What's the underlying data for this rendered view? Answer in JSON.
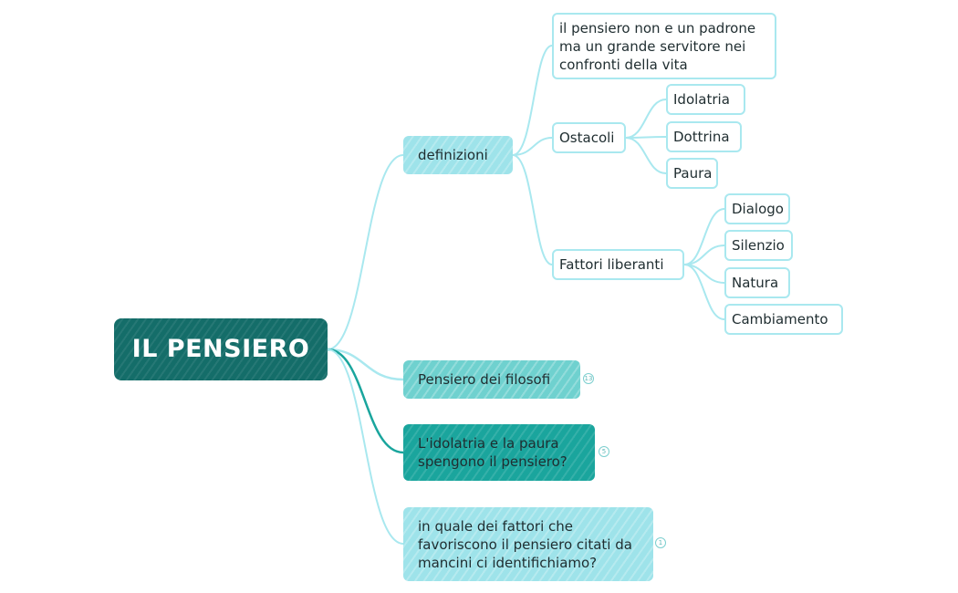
{
  "mindmap": {
    "root": "IL PENSIERO",
    "branches": [
      {
        "label": "definizioni"
      },
      {
        "label": "Pensiero dei filosofi",
        "count": "13"
      },
      {
        "label": "L'idolatria e la paura spengono il pensiero?",
        "count": "5"
      },
      {
        "label": "in quale dei fattori che favoriscono il pensiero citati da mancini ci identifichiamo?",
        "count": "1"
      }
    ],
    "definizioni": {
      "quote": "il pensiero non e un padrone ma un grande servitore nei confronti della vita",
      "ostacoli": {
        "label": "Ostacoli",
        "items": [
          "Idolatria",
          "Dottrina",
          "Paura"
        ]
      },
      "fattori": {
        "label": "Fattori liberanti",
        "items": [
          "Dialogo",
          "Silenzio",
          "Natura",
          "Cambiamento"
        ]
      }
    }
  },
  "colors": {
    "root": "#146d69",
    "branch_light": "#9ee3ea",
    "branch_teal": "#6fd1cf",
    "branch_dark": "#1aa59d",
    "connector": "#a9e8ef",
    "connector_dark": "#1aa59d"
  }
}
